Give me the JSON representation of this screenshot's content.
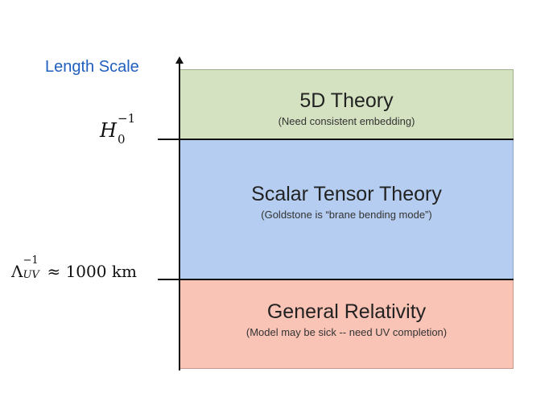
{
  "axis": {
    "title": "Length Scale",
    "title_color": "#1f5fbf"
  },
  "bands": [
    {
      "title": "5D Theory",
      "subtitle": "(Need consistent embedding)",
      "color": "#d4e2c1"
    },
    {
      "title": "Scalar Tensor Theory",
      "subtitle": "(Goldstone is “brane bending mode”)",
      "color": "#b5cdf0"
    },
    {
      "title": "General Relativity",
      "subtitle": "(Model may be sick -- need UV completion)",
      "color": "#f9c3b6"
    }
  ],
  "boundaries": {
    "upper": {
      "symbol": "H",
      "subscript": "0",
      "superscript": "−1"
    },
    "lower": {
      "symbol": "Λ",
      "subscript": "UV",
      "superscript": "−1",
      "relation": "≈ 1000 km"
    }
  }
}
